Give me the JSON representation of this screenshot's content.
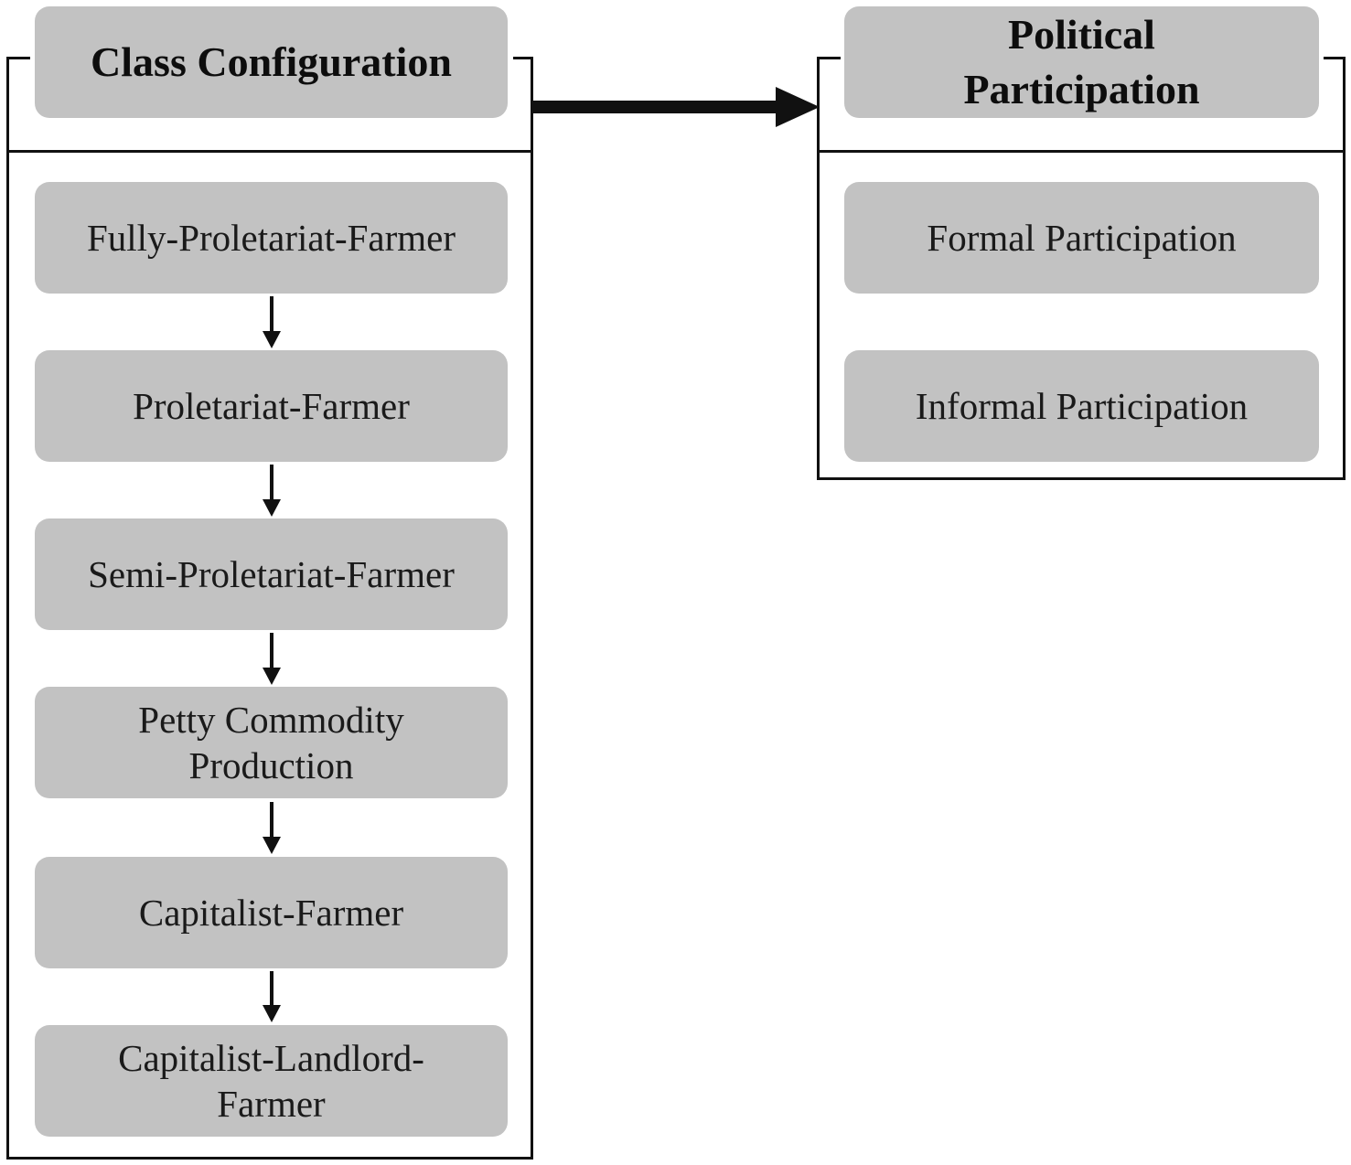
{
  "class_configuration": {
    "title": "Class Configuration",
    "stages": [
      "Fully-Proletariat-Farmer",
      "Proletariat-Farmer",
      "Semi-Proletariat-Farmer",
      "Petty Commodity\nProduction",
      "Capitalist-Farmer",
      "Capitalist-Landlord-\nFarmer"
    ]
  },
  "political_participation": {
    "title": "Political\nParticipation",
    "types": [
      "Formal Participation",
      "Informal Participation"
    ]
  },
  "colors": {
    "box_fill": "#c2c2c2",
    "line": "#111111"
  }
}
